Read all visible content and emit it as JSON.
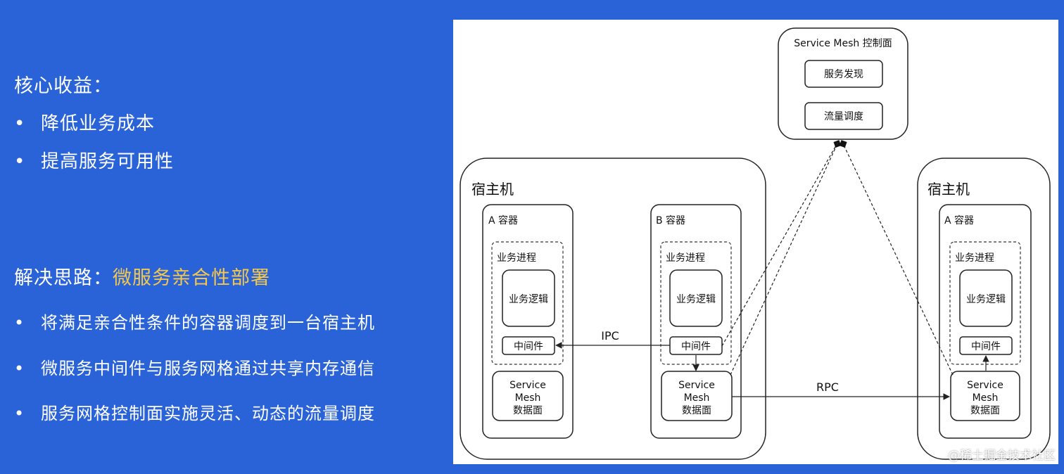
{
  "left": {
    "benefits_heading": "核心收益：",
    "benefits": [
      "降低业务成本",
      "提高服务可用性"
    ],
    "approach_prefix": "解决思路：",
    "approach_highlight": "微服务亲合性部署",
    "approach_items": [
      "将满足亲合性条件的容器调度到一台宿主机",
      "微服务中间件与服务网格通过共享内存通信",
      "服务网格控制面实施灵活、动态的流量调度"
    ],
    "bullet_char": "•",
    "accent_color": "#f5c84c"
  },
  "diagram": {
    "control_plane": {
      "title": "Service Mesh 控制面",
      "items": [
        "服务发现",
        "流量调度"
      ]
    },
    "host_left": {
      "title": "宿主机",
      "container_a": {
        "title": "A 容器",
        "process": "业务进程",
        "logic": "业务逻辑",
        "middleware": "中间件",
        "mesh": [
          "Service",
          "Mesh",
          "数据面"
        ]
      },
      "container_b": {
        "title": "B 容器",
        "process": "业务进程",
        "logic": "业务逻辑",
        "middleware": "中间件",
        "mesh": [
          "Service",
          "Mesh",
          "数据面"
        ]
      }
    },
    "host_right": {
      "title": "宿主机",
      "container_a": {
        "title": "A 容器",
        "process": "业务进程",
        "logic": "业务逻辑",
        "middleware": "中间件",
        "mesh": [
          "Service",
          "Mesh",
          "数据面"
        ]
      }
    },
    "edges": {
      "ipc_label": "IPC",
      "rpc_label": "RPC"
    }
  },
  "watermark": "@稀土掘金技术社区"
}
